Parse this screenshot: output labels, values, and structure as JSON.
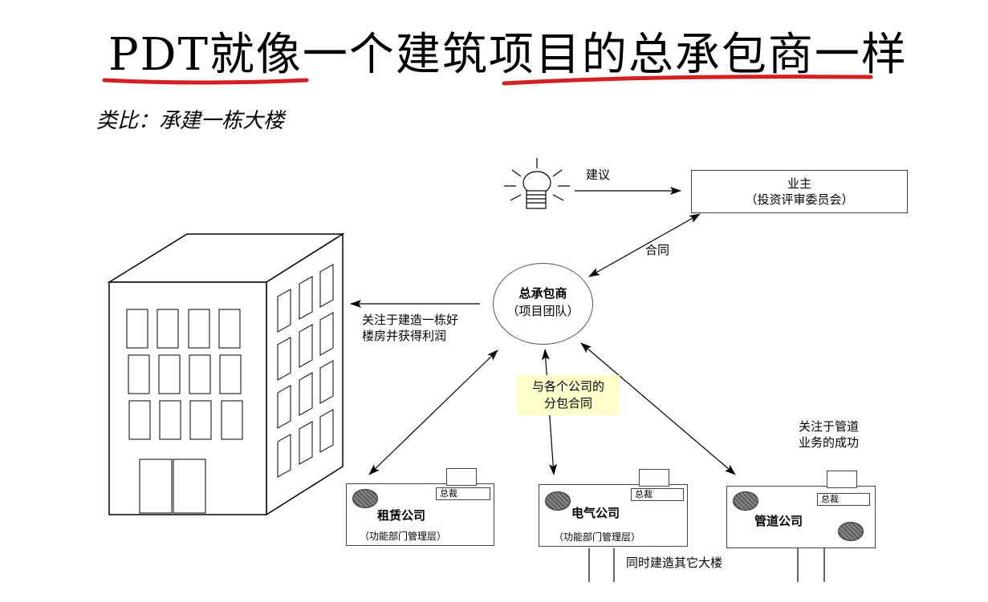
{
  "title": "PDT就像一个建筑项目的总承包商一样",
  "subtitle": "类比：承建一栋大楼",
  "labels": {
    "suggestion": "建议",
    "contract": "合同",
    "building_focus": [
      "关注于建造一栋好",
      "楼房并获得利润"
    ],
    "subcontract": [
      "与各个公司的",
      "分包合同"
    ],
    "pipeline_focus": [
      "关注于管道",
      "业务的成功"
    ],
    "other_buildings": "同时建造其它大楼"
  },
  "owner": {
    "title": "业主",
    "subtitle": "（投资评审委员会）"
  },
  "contractor": {
    "name": "总承包商",
    "team": "（项目团队）"
  },
  "companies": [
    {
      "name": "租赁公司",
      "sub": "（功能部门管理层）",
      "ceo": "总裁"
    },
    {
      "name": "电气公司",
      "sub": "（功能部门管理层）",
      "ceo": "总裁"
    },
    {
      "name": "管道公司",
      "sub": "",
      "ceo": "总裁"
    }
  ],
  "colors": {
    "underline": "#d42020",
    "note_bg": "#ffffcc"
  }
}
